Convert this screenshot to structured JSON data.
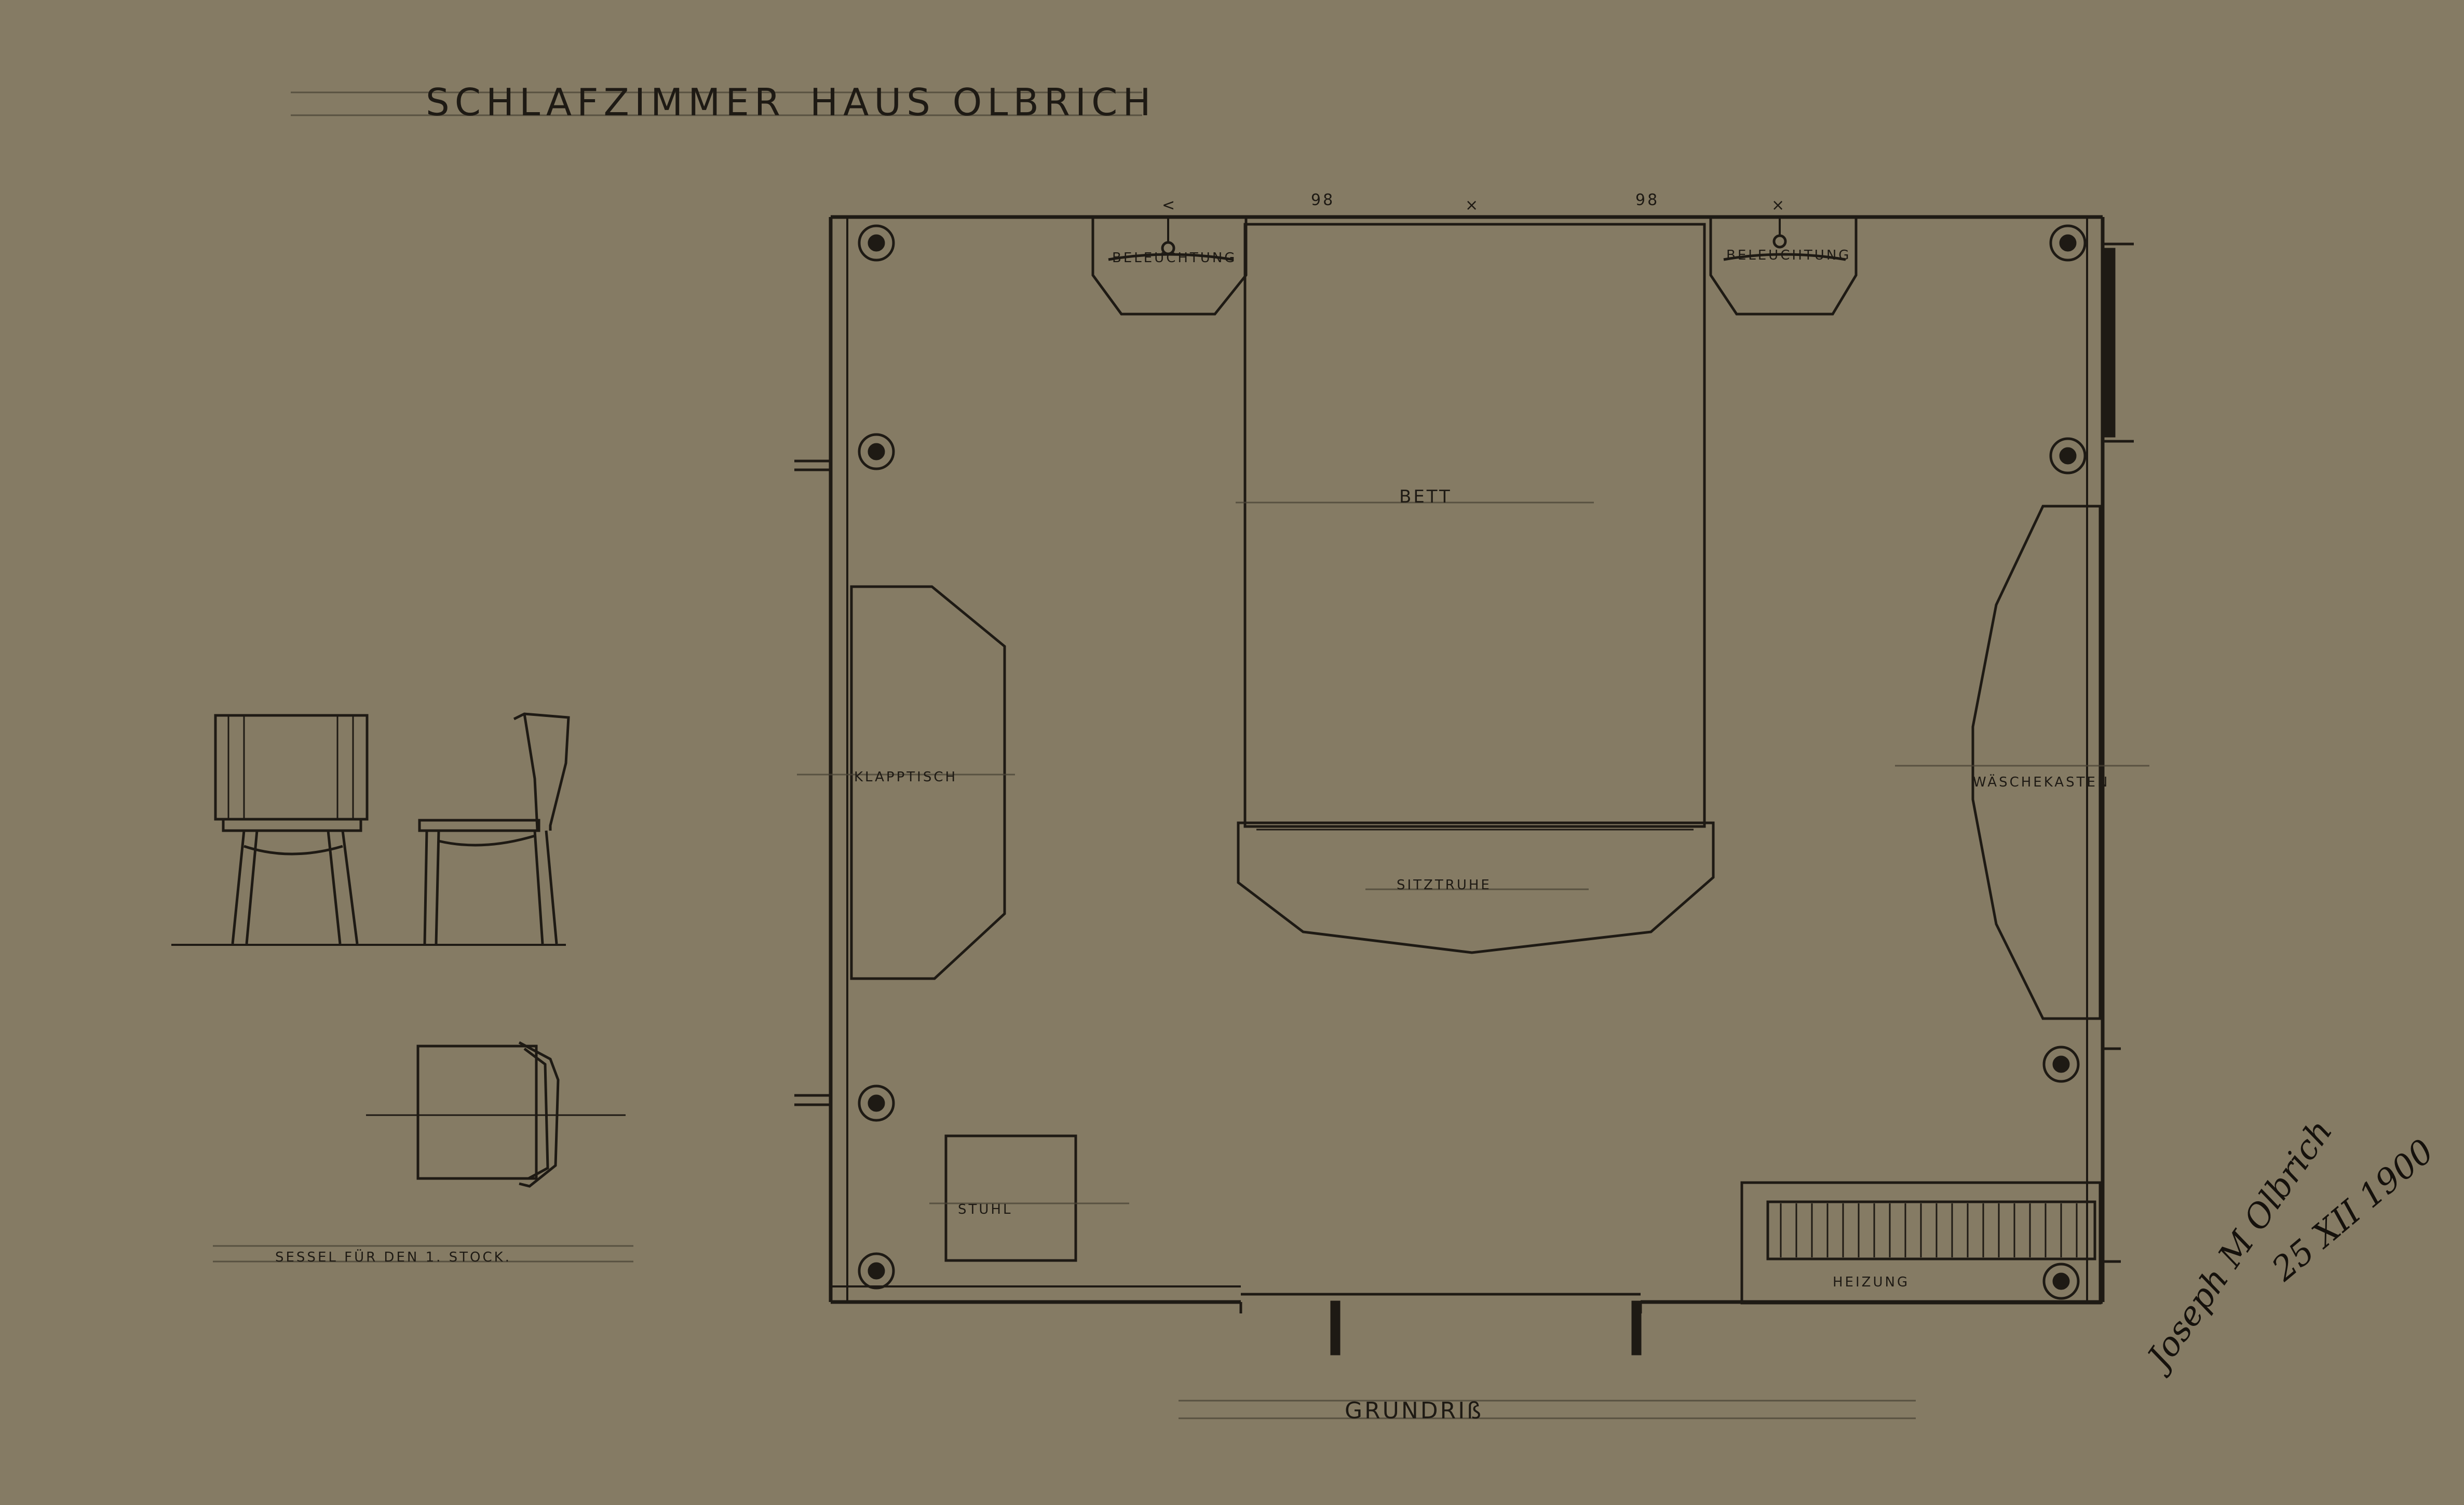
{
  "title": {
    "left": "SCHLAFZIMMER",
    "right": "HAUS OLBRICH"
  },
  "plan_title": "GRUNDRIß",
  "room_labels": {
    "bed": "BETT",
    "lamp_left": "BELEUCHTUNG",
    "lamp_right": "BELEUCHTUNG",
    "folding_table": "KLAPPTISCH",
    "bench_chest": "SITZTRUHE",
    "linen_cabinet": "WÄSCHEKASTEN",
    "chair": "STUHL",
    "heating": "HEIZUNG"
  },
  "dimensions": {
    "left": "98",
    "right": "98",
    "mid_mark": "×",
    "right_mark": "×",
    "left_mark": "<"
  },
  "chair_caption": "SESSEL FÜR DEN 1. STOCK.",
  "signature": {
    "name": "Joseph M Olbrich",
    "date": "25 XII 1900"
  },
  "colors": {
    "paper": "#857b64",
    "ink": "#1e1a14"
  }
}
